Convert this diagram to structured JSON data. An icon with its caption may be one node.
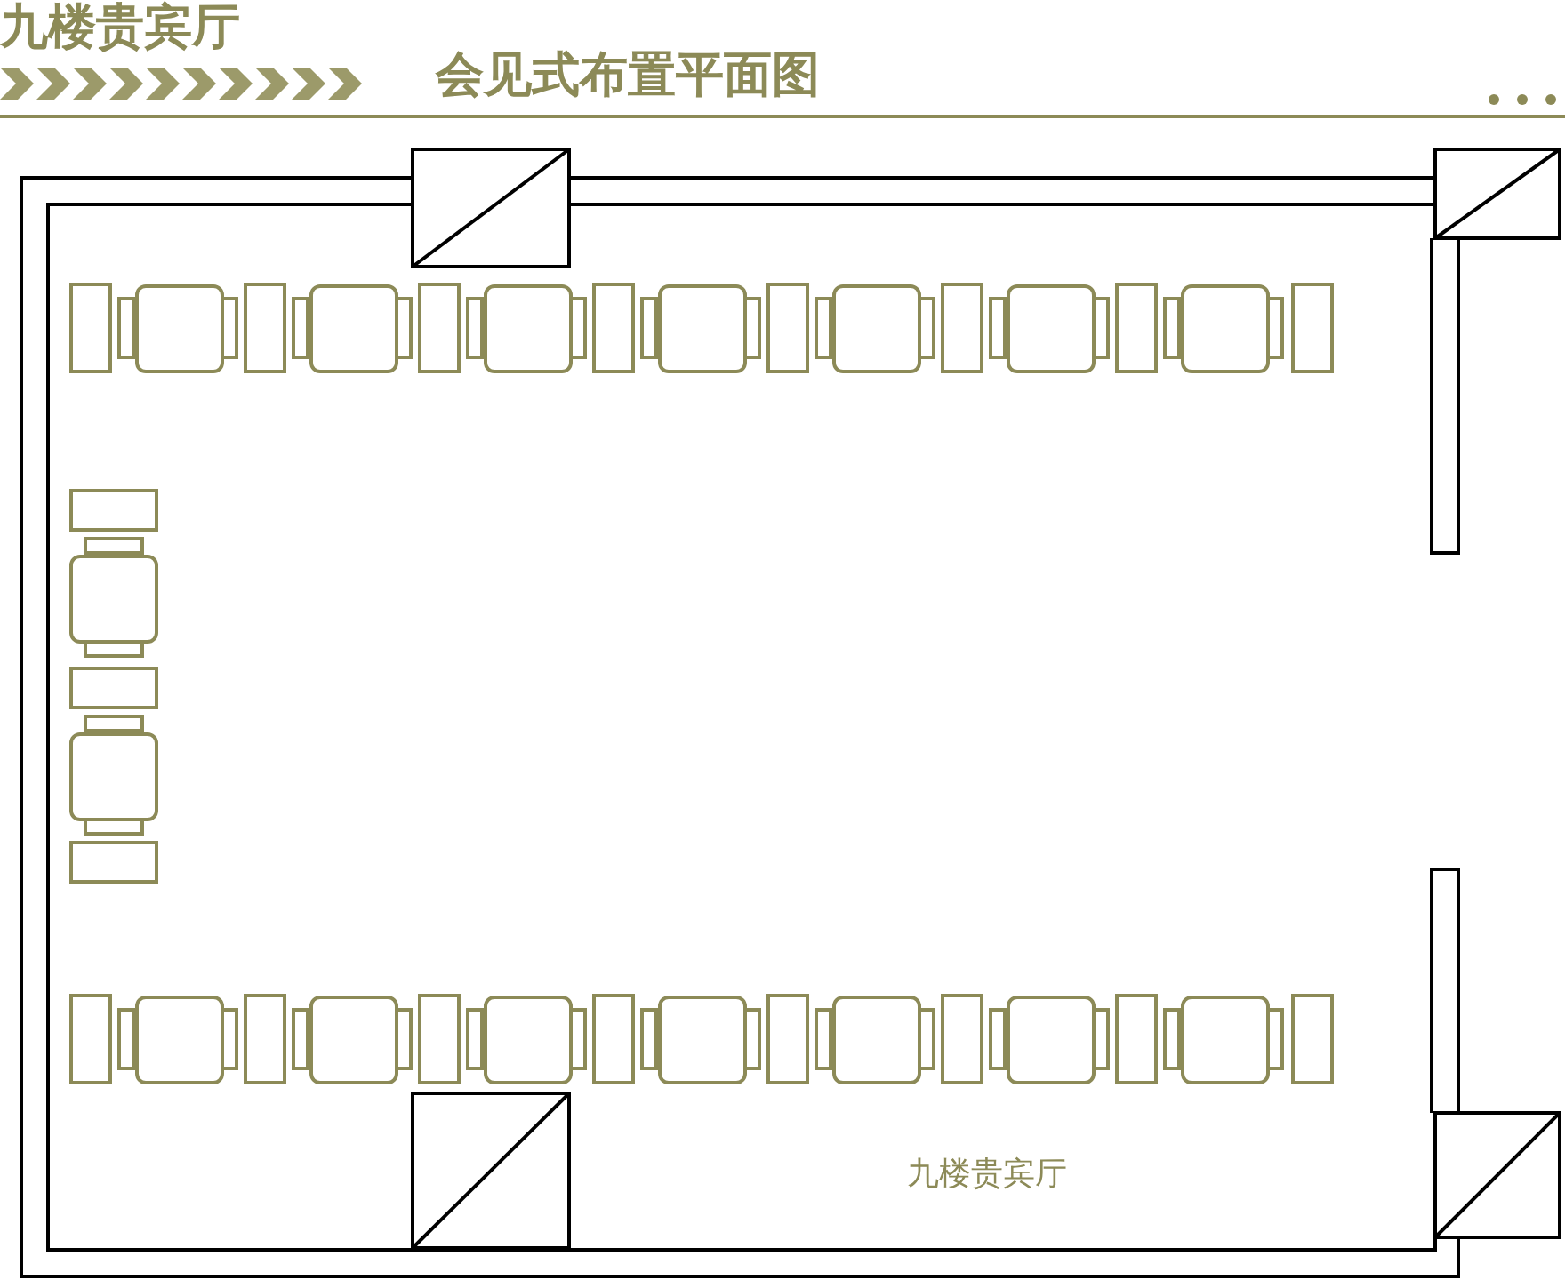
{
  "diagram": {
    "title": "九楼贵宾厅",
    "labels": [
      "会见式布置平面图",
      "九楼贵宾厅"
    ]
  }
}
